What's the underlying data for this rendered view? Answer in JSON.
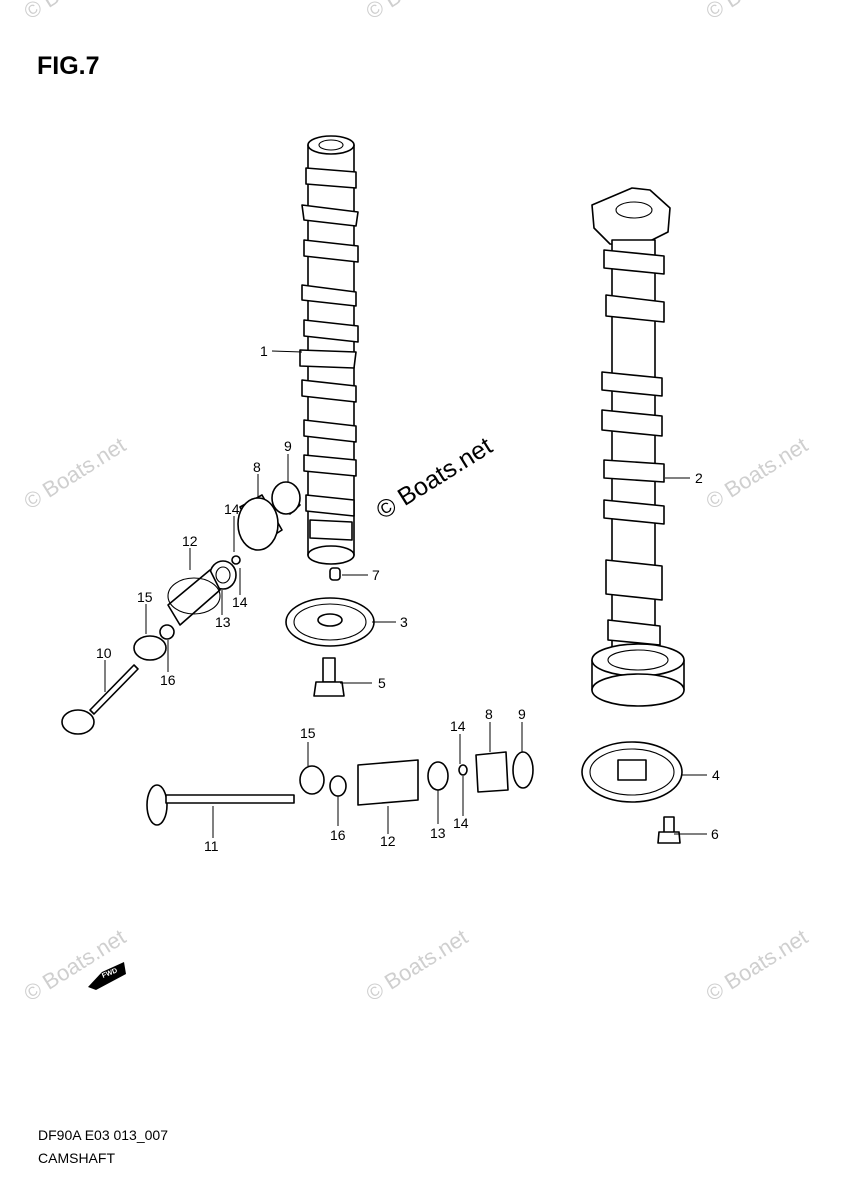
{
  "figure": {
    "title": "FIG.7"
  },
  "footer": {
    "code": "DF90A E03 013_007",
    "name": "CAMSHAFT"
  },
  "watermark": {
    "text": "Boats.net",
    "copyright": "©",
    "center": "© Boats.net",
    "color": "#cfcfcf"
  },
  "forward_badge": {
    "text": "FWD"
  },
  "callouts": {
    "c1": "1",
    "c2": "2",
    "c3": "3",
    "c4": "4",
    "c5": "5",
    "c6": "6",
    "c7": "7",
    "c8a": "8",
    "c8b": "8",
    "c9a": "9",
    "c9b": "9",
    "c10": "10",
    "c11": "11",
    "c12a": "12",
    "c12b": "12",
    "c13a": "13",
    "c13b": "13",
    "c14a": "14",
    "c14b": "14",
    "c14c": "14",
    "c14d": "14",
    "c15a": "15",
    "c15b": "15",
    "c16a": "16",
    "c16b": "16"
  }
}
